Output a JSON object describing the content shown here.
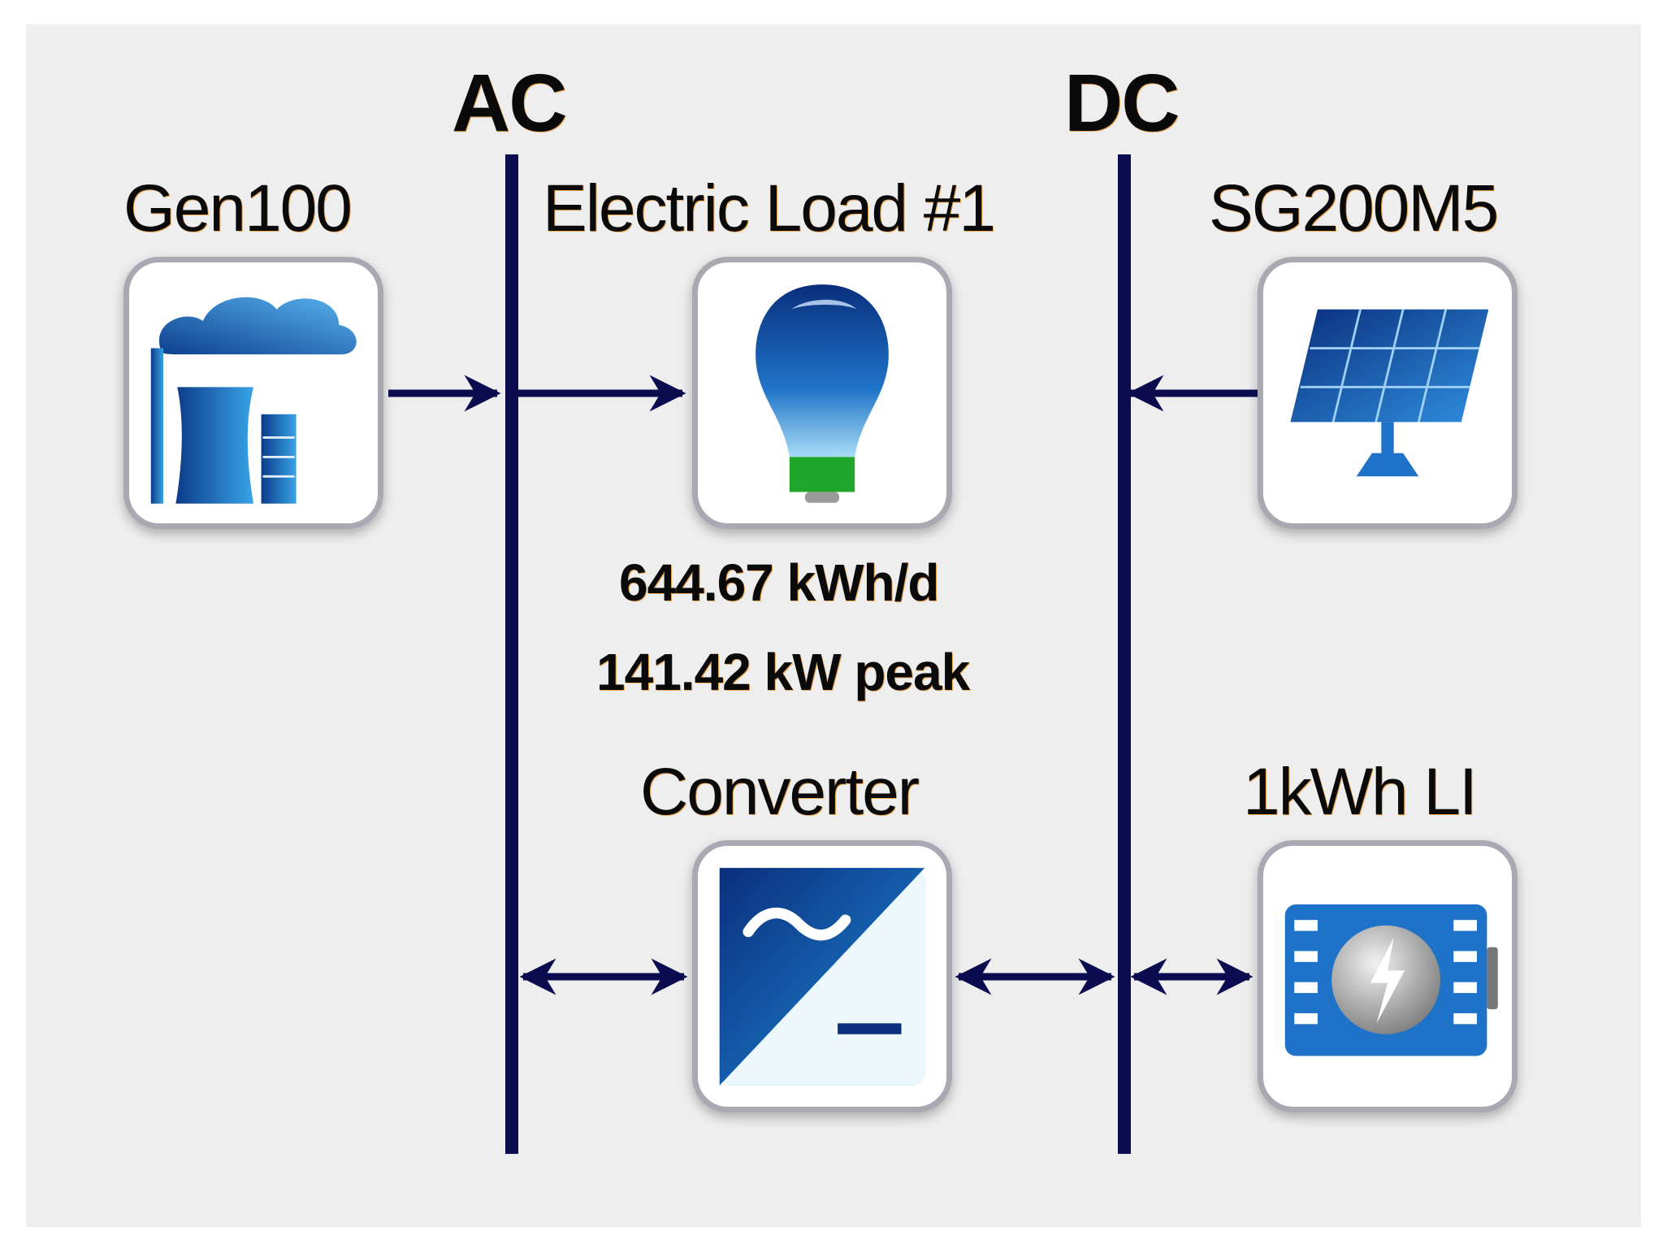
{
  "buses": {
    "ac": "AC",
    "dc": "DC"
  },
  "components": {
    "generator": {
      "name": "Gen100",
      "icon": "power-plant-icon"
    },
    "load": {
      "name": "Electric Load #1",
      "icon": "light-bulb-icon",
      "energy": "644.67 kWh/d",
      "peak": "141.42 kW peak"
    },
    "pv": {
      "name": "SG200M5",
      "icon": "solar-panel-icon"
    },
    "converter": {
      "name": "Converter",
      "icon": "converter-icon"
    },
    "battery": {
      "name": "1kWh LI",
      "icon": "battery-icon"
    }
  },
  "colors": {
    "bus": "#0b0b4f",
    "background": "#eeeeee",
    "accent": "#1e73c8",
    "bulb_base": "#1fa52a"
  }
}
